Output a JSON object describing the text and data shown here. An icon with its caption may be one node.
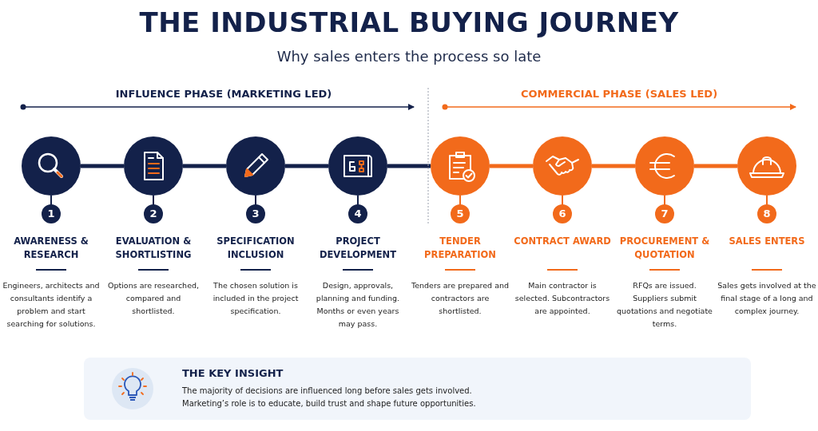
{
  "diagram": {
    "title": "THE INDUSTRIAL BUYING JOURNEY",
    "nodes": [
      {
        "text": [
          "1",
          "AWARENESS & RESEARCH",
          "Engineers, architects and consultants identify a problem and start searching for solutions."
        ]
      },
      {
        "text": [
          "2",
          "EVALUATION & SHORTLISTING",
          "Options are researched, compared and shortlisted."
        ]
      },
      {
        "text": [
          "3",
          "SPECIFICATION INCLUSION",
          "The chosen solution is included in the project specification."
        ]
      },
      {
        "text": [
          "4",
          "PROJECT DEVELOPMENT",
          "Design, approvals, planning and funding. Months or even years may pass."
        ]
      },
      {
        "text": [
          "5",
          "TENDER PREPARATION",
          "Tenders are prepared and contractors are shortlisted."
        ]
      },
      {
        "text": [
          "6",
          "CONTRACT AWARD",
          "Main contractor is selected. Subcontractors are appointed."
        ]
      },
      {
        "text": [
          "7",
          "PROCUREMENT & QUOTATION",
          "RFQs are issued. Suppliers submit quotations and negotiate terms."
        ]
      },
      {
        "text": [
          "8",
          "SALES ENTERS",
          "Sales gets involved at the final stage of a long and complex journey."
        ]
      },
      {
        "text": [
          "THE KEY INSIGHT",
          "The majority of decisions are influenced long before sales gets involved. Marketing’s role is to educate, build trust and shape future opportunities."
        ]
      }
    ],
    "edges": [
      {
        "from": 0,
        "to": 1,
        "arrow": "none"
      },
      {
        "from": 1,
        "to": 2,
        "arrow": "none"
      },
      {
        "from": 2,
        "to": 3,
        "arrow": "none"
      },
      {
        "from": 3,
        "to": 4,
        "arrow": "none"
      },
      {
        "from": 4,
        "to": 5,
        "arrow": "none",
        "color": "#f26a1b"
      },
      {
        "from": 5,
        "to": 6,
        "arrow": "none",
        "color": "#f26a1b"
      },
      {
        "from": 6,
        "to": 7,
        "arrow": "none",
        "color": "#f26a1b"
      }
    ],
    "labels": [
      "Why sales enters the process so late",
      "INFLUENCE PHASE (MARKETING LED)",
      "COMMERCIAL PHASE (SALES LED)"
    ]
  }
}
